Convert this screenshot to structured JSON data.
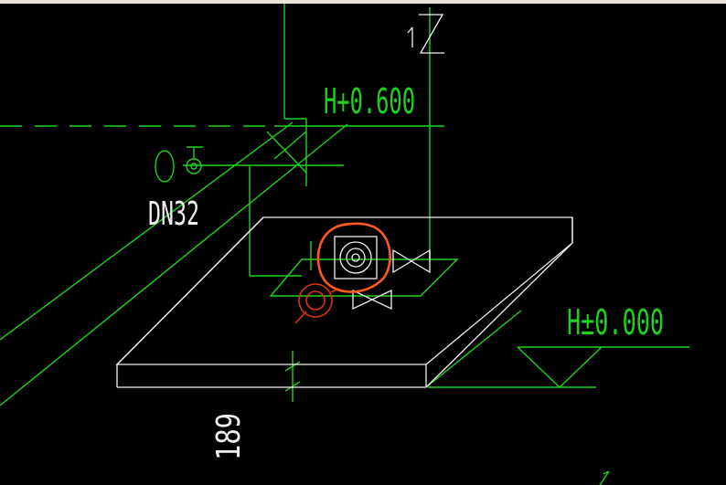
{
  "drawing": {
    "background": "#000000",
    "colors": {
      "green": "#1fd21f",
      "white": "#f0f0f0",
      "orange": "#ff5a1e",
      "red": "#e0301a"
    },
    "labels": {
      "riser_tag": "1Z",
      "elev_top": "H+0.600",
      "pipe_size": "DN32",
      "elev_floor": "H±0.000",
      "dimension": "189"
    },
    "symbols": [
      "gate-valve",
      "floor-drain",
      "water-meter",
      "ground-level-marker"
    ]
  }
}
